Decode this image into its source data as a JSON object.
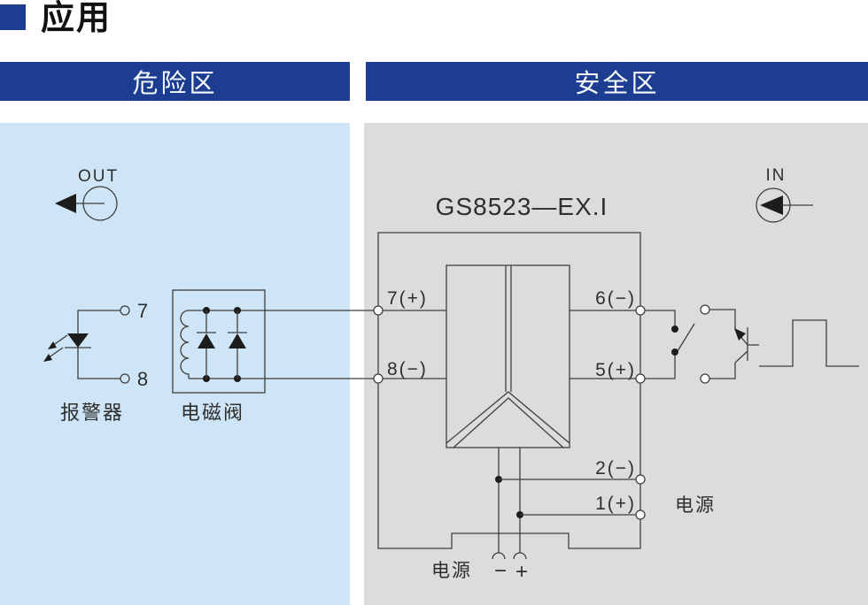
{
  "page": {
    "title": "应用",
    "accent_color": "#1d3e90",
    "hazard_panel_color": "#cde5f6",
    "safe_panel_color": "#dcdcda"
  },
  "headers": {
    "hazardous_area": "危险区",
    "safe_area": "安全区"
  },
  "hazard_side": {
    "out_label": "OUT",
    "alarm_label": "报警器",
    "alarm_terminal_top": "7",
    "alarm_terminal_bottom": "8",
    "valve_label": "电磁阀"
  },
  "device": {
    "model": "GS8523—EX.I",
    "terminals": {
      "t7": "7(+)",
      "t8": "8(−)",
      "t6": "6(−)",
      "t5": "5(+)",
      "t2": "2(−)",
      "t1": "1(+)"
    },
    "power_label_bottom": "电源",
    "power_minus": "−",
    "power_plus": "+",
    "power_label_right": "电源"
  },
  "safe_side": {
    "in_label": "IN"
  }
}
